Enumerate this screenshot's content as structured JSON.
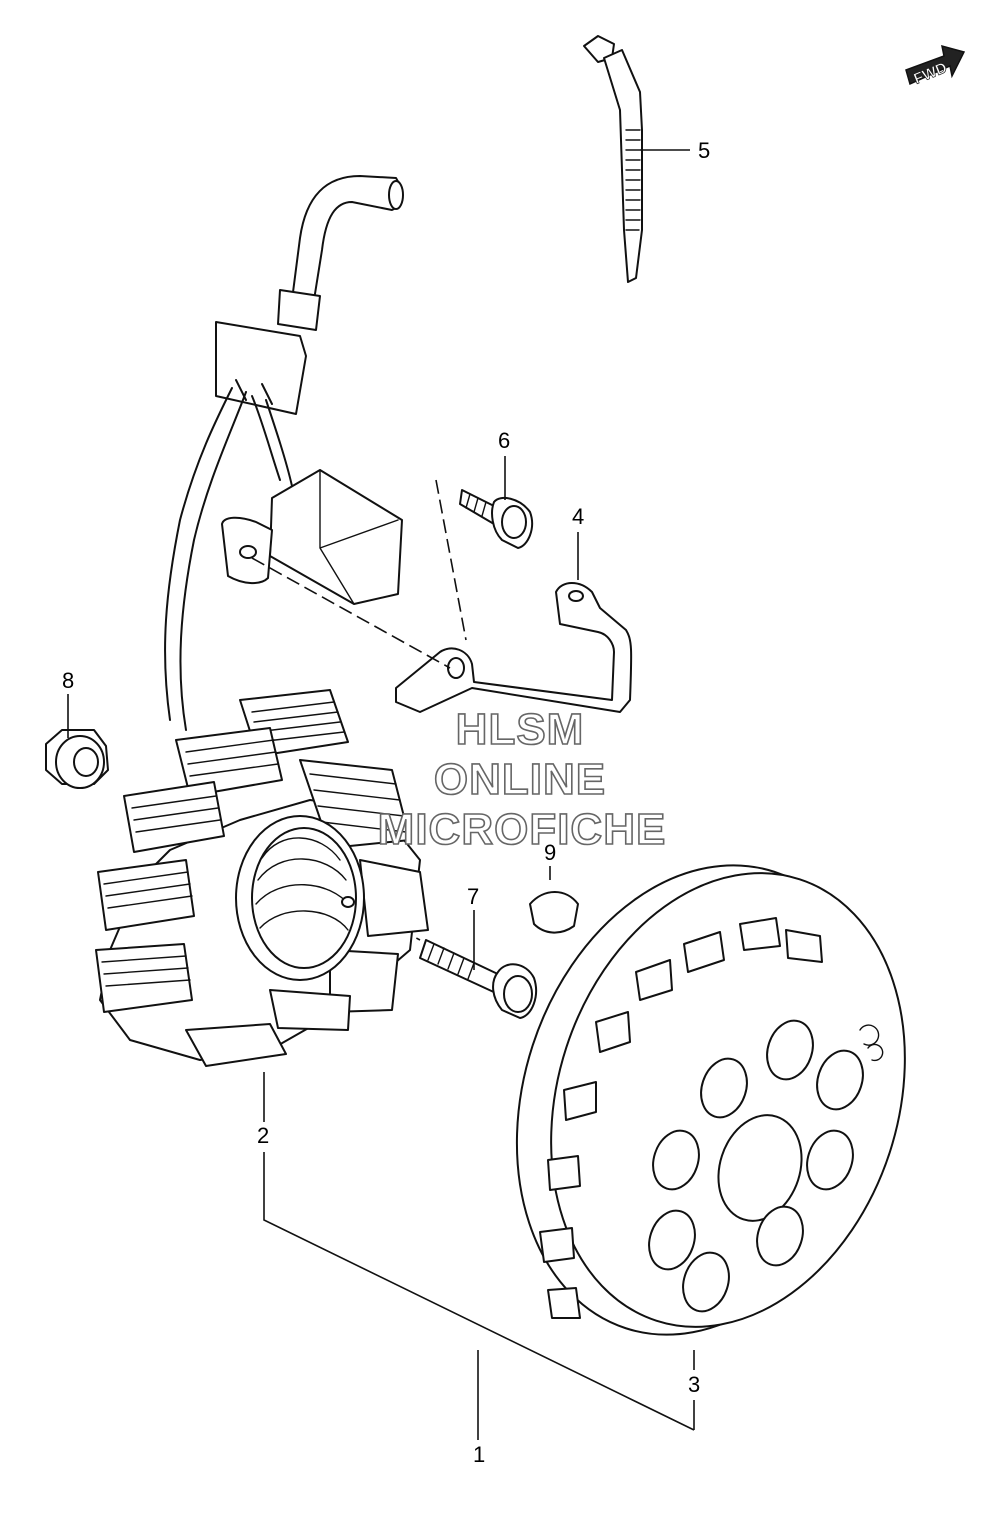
{
  "callouts": [
    "1",
    "2",
    "3",
    "4",
    "5",
    "6",
    "7",
    "8",
    "9"
  ],
  "watermark": {
    "line1": "HLSM",
    "line2": "ONLINE",
    "line3": "MICROFICHE"
  },
  "direction_badge": "FWD"
}
